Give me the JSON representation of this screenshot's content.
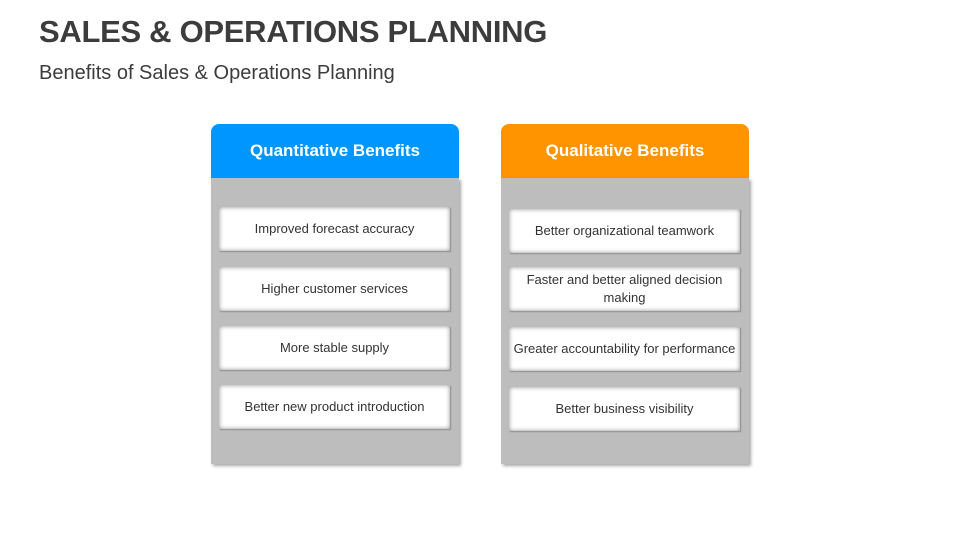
{
  "slide": {
    "title": "SALES & OPERATIONS PLANNING",
    "subtitle": "Benefits of Sales & Operations Planning"
  },
  "columns": [
    {
      "header": "Quantitative Benefits",
      "color": "#0096ff",
      "items": [
        "Improved forecast accuracy",
        "Higher customer services",
        "More stable supply",
        "Better new product introduction"
      ]
    },
    {
      "header": "Qualitative Benefits",
      "color": "#ff9300",
      "items": [
        "Better organizational teamwork",
        "Faster and better aligned decision making",
        "Greater accountability for performance",
        "Better business visibility"
      ]
    }
  ],
  "colors": {
    "panel_bg": "#bdbdbd",
    "title_text": "#3c3c3c"
  }
}
